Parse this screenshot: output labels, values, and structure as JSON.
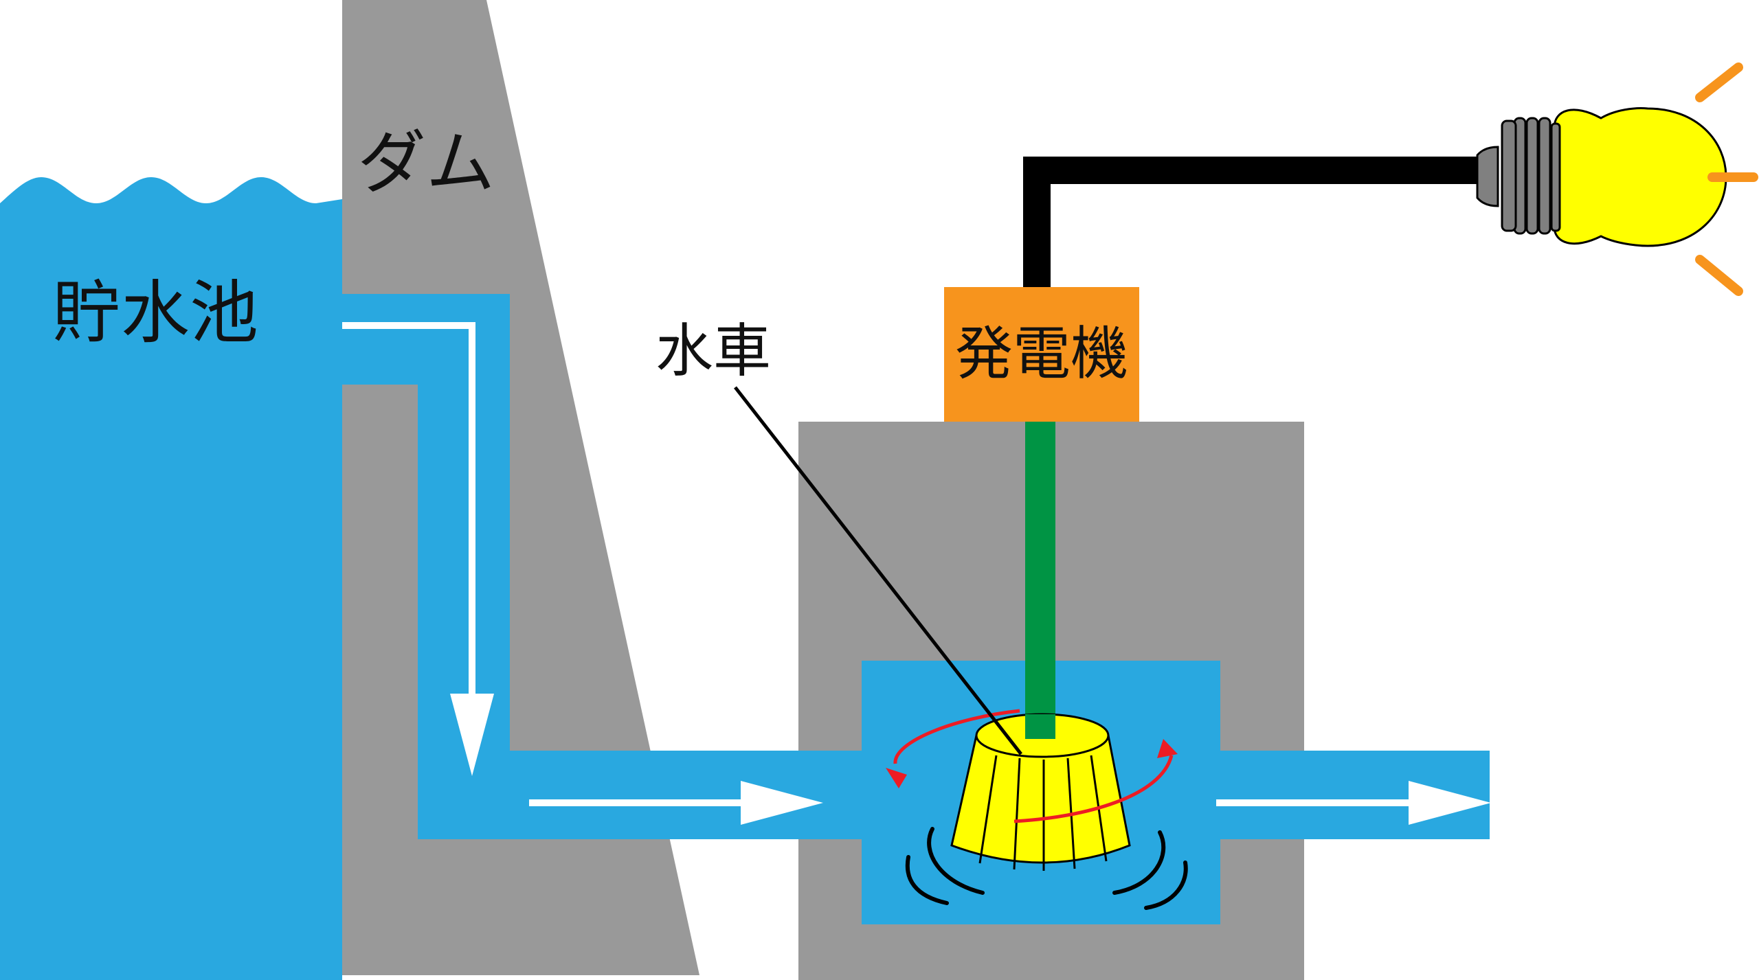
{
  "labels": {
    "reservoir": "貯水池",
    "dam": "ダム",
    "water_wheel": "水車",
    "generator": "発電機"
  },
  "colors": {
    "water": "#29a8e0",
    "concrete": "#999999",
    "generator": "#f7941d",
    "shaft": "#009444",
    "turbine": "#ffff00",
    "bulb": "#ffff00",
    "bulb_rays": "#f7941d",
    "rotation_arrow": "#ed1c24",
    "flow_arrow": "#ffffff",
    "wire": "#000000"
  },
  "icons": {
    "turbine": "water-wheel-icon",
    "bulb": "light-bulb-icon"
  }
}
